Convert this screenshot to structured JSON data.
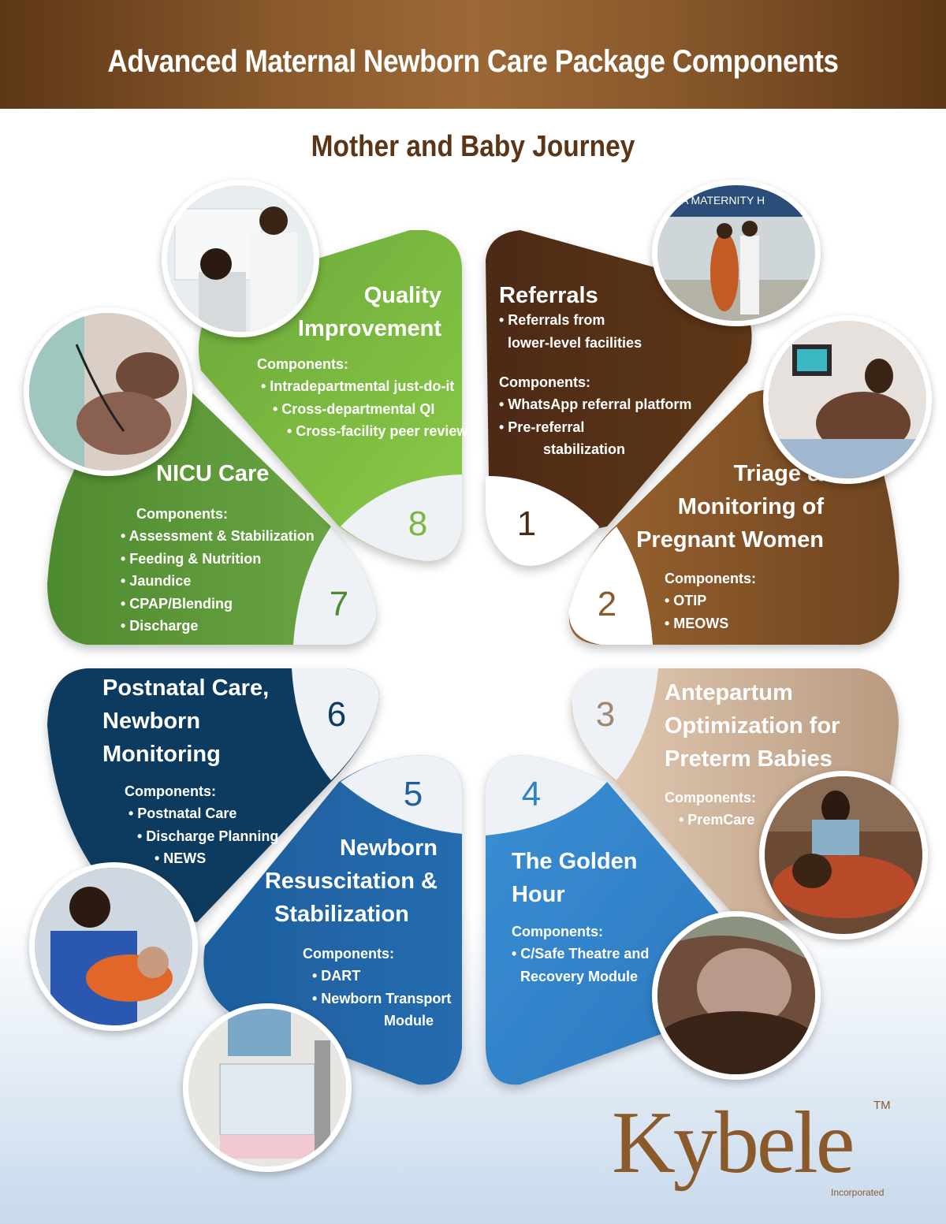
{
  "header": {
    "title": "Advanced Maternal Newborn Care Package Components"
  },
  "subtitle": "Mother and Baby Journey",
  "segments": [
    {
      "number": "1",
      "title_lines": [
        "Referrals"
      ],
      "intro": [
        "• Referrals from",
        "lower-level facilities"
      ],
      "components_label": "Components:",
      "items": [
        "• WhatsApp referral platform",
        "• Pre-referral",
        "stabilization"
      ],
      "color": "#5b3418"
    },
    {
      "number": "2",
      "title_lines": [
        "Triage &",
        "Monitoring of",
        "Pregnant Women"
      ],
      "components_label": "Components:",
      "items": [
        "• OTIP",
        "• MEOWS"
      ],
      "color": "#8b5a2b"
    },
    {
      "number": "3",
      "title_lines": [
        "Antepartum",
        "Optimization for",
        "Preterm Babies"
      ],
      "components_label": "Components:",
      "items": [
        "• PremCare"
      ],
      "color": "#d9bea6"
    },
    {
      "number": "4",
      "title_lines": [
        "The Golden",
        "Hour"
      ],
      "components_label": "Components:",
      "items": [
        "• C/Safe Theatre and",
        "Recovery Module"
      ],
      "color": "#3a8ccf"
    },
    {
      "number": "5",
      "title_lines": [
        "Newborn",
        "Resuscitation &",
        "Stabilization"
      ],
      "components_label": "Components:",
      "items": [
        "• DART",
        "• Newborn Transport",
        "Module"
      ],
      "color": "#2065a6"
    },
    {
      "number": "6",
      "title_lines": [
        "Postnatal Care,",
        "Newborn",
        "Monitoring"
      ],
      "components_label": "Components:",
      "items": [
        "• Postnatal Care",
        "• Discharge Planning",
        "• NEWS"
      ],
      "color": "#0f3f66"
    },
    {
      "number": "7",
      "title_lines": [
        "NICU Care"
      ],
      "components_label": "Components:",
      "items": [
        "• Assessment & Stabilization",
        "• Feeding & Nutrition",
        "• Jaundice",
        "• CPAP/Blending",
        "• Discharge"
      ],
      "color": "#5e9a3a"
    },
    {
      "number": "8",
      "title_lines": [
        "Quality",
        "Improvement"
      ],
      "components_label": "Components:",
      "items": [
        "• Intradepartmental just-do-it",
        "• Cross-departmental QI",
        "• Cross-facility peer review"
      ],
      "color": "#86c443"
    }
  ],
  "photos": {
    "referrals": {
      "sign_text": "A MATERNITY H"
    }
  },
  "logo": {
    "name": "Kybele",
    "tm": "TM",
    "tagline": "Incorporated",
    "color": "#8b5a2b"
  }
}
